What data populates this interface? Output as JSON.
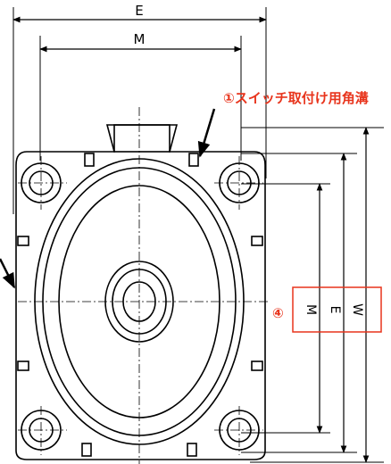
{
  "dimensions": {
    "width_total": "E",
    "width_inner": "M",
    "height_inner": "M",
    "height_mid": "E",
    "height_total": "W"
  },
  "callouts": {
    "switch_groove": "①スイッチ取付け用角溝",
    "marker_4": "④"
  },
  "colors": {
    "line": "#000000",
    "callout": "#e8341c",
    "highlight_box": "#e8341c"
  },
  "icons": {
    "arrow": "callout-arrow"
  }
}
